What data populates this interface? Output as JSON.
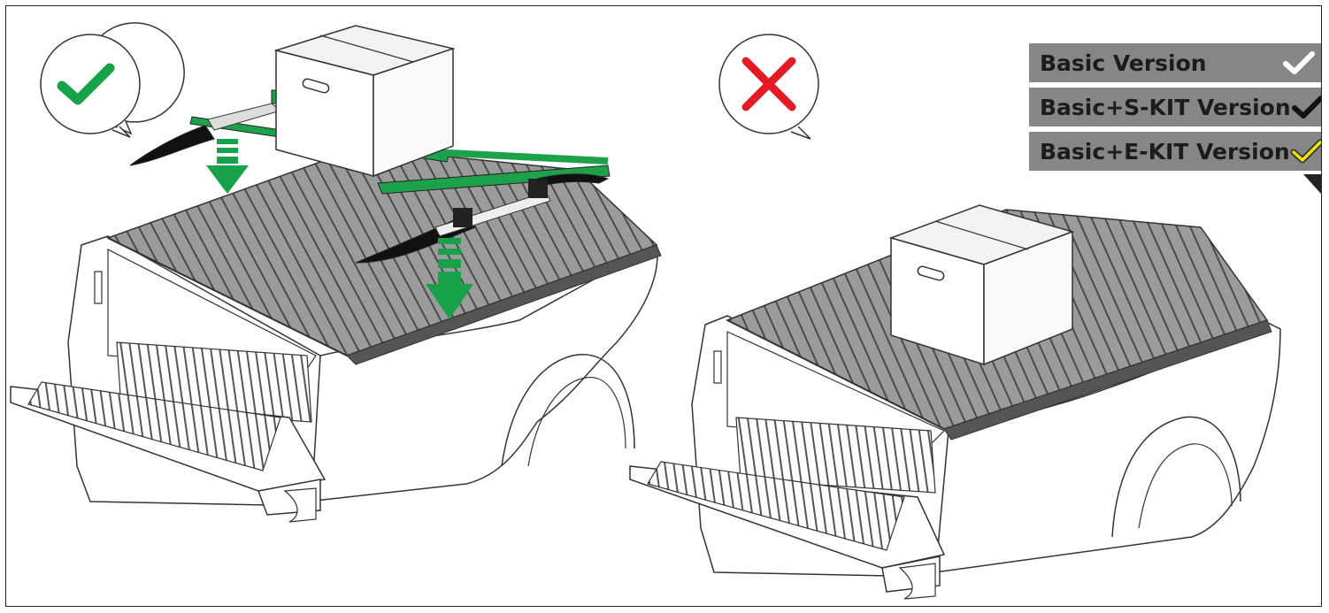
{
  "versions": [
    {
      "label": "Basic Version",
      "check_color": "#ffffff"
    },
    {
      "label": "Basic+S-KIT Version",
      "check_color": "#111111"
    },
    {
      "label": "Basic+E-KIT Version",
      "check_color": "#f2e600"
    }
  ],
  "colors": {
    "ok": "#17a24a",
    "bad": "#e31b23",
    "cover": "#9a9a9a",
    "rail": "#1ea14b",
    "badge_bg": "#868686"
  },
  "icons": {
    "ok": "check-mark-icon",
    "bad": "cross-mark-icon"
  }
}
